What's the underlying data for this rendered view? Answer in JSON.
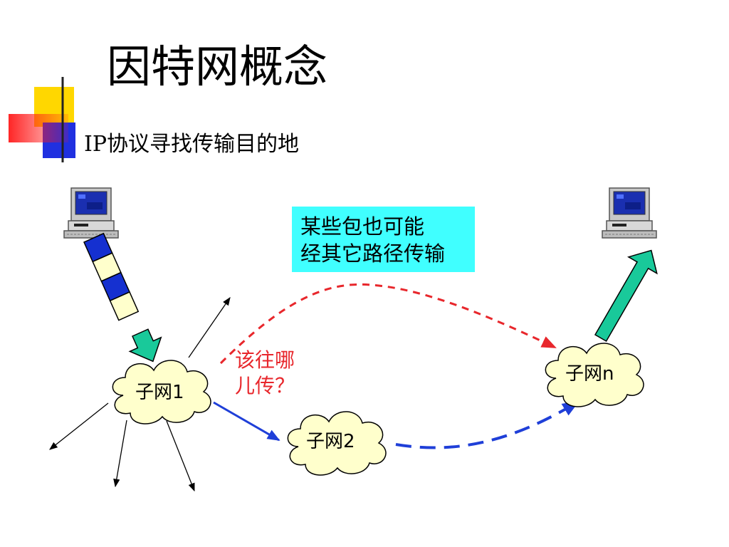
{
  "slide": {
    "title": "因特网概念",
    "subtitle": "IP协议寻找传输目的地"
  },
  "callout": {
    "line1": "某些包也可能",
    "line2": "经其它路径传输"
  },
  "question": {
    "line1": "该往哪",
    "line2": "儿传？"
  },
  "subnets": {
    "s1": "子网1",
    "s2": "子网2",
    "sn": "子网n"
  },
  "colors": {
    "callout_bg": "#40ffff",
    "cloud_fill": "#ffffcc",
    "red_dashed": "#e8272c",
    "blue_path": "#1f3fd8",
    "green_arrow": "#19c99a",
    "packet_blue": "#1530d0",
    "packet_cream": "#ffffcc",
    "deco_yellow": "#ffd700",
    "deco_red": "#ff2020",
    "deco_blue": "#2030e0"
  },
  "icons": [
    "computer-icon",
    "cloud-icon"
  ]
}
